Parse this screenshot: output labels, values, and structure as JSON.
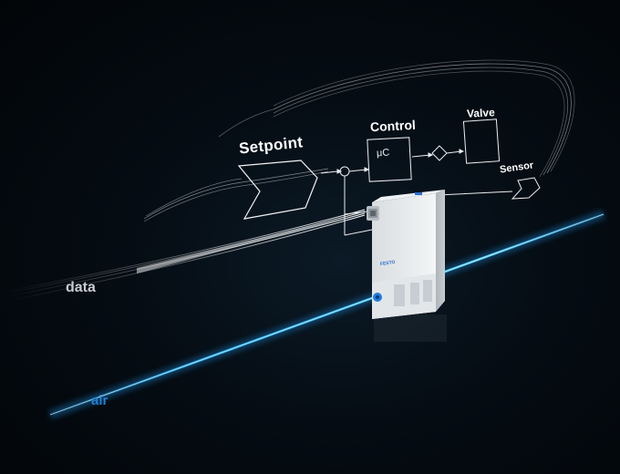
{
  "diagram": {
    "setpoint_label": "Setpoint",
    "control_label": "Control",
    "controller_symbol": "μC",
    "valve_label": "Valve",
    "sensor_label": "Sensor",
    "data_label": "data",
    "air_label": "air"
  },
  "device": {
    "brand": "FESTO"
  },
  "colors": {
    "background": "#03080d",
    "air_beam": "#27b8ff",
    "data_stream": "#ffffff",
    "brand_blue": "#2a6fd0"
  }
}
